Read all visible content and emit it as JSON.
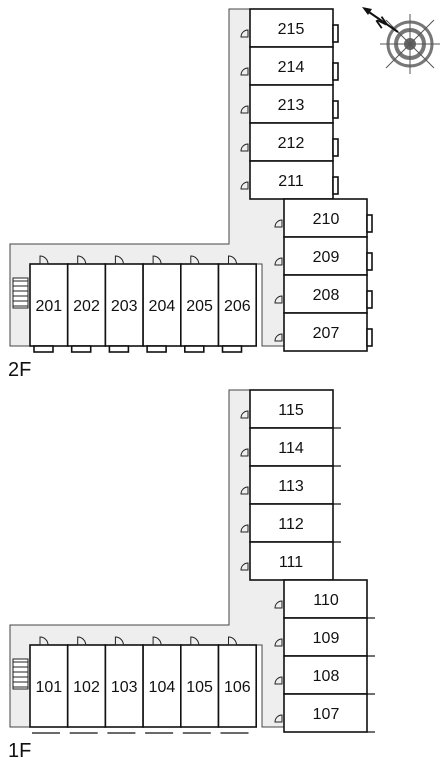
{
  "floors": [
    {
      "label": "2F",
      "north_wing_units": [
        "215",
        "214",
        "213",
        "212",
        "211"
      ],
      "east_units": [
        "210",
        "209",
        "208",
        "207"
      ],
      "west_units": [
        "201",
        "202",
        "203",
        "204",
        "205",
        "206"
      ]
    },
    {
      "label": "1F",
      "north_wing_units": [
        "115",
        "114",
        "113",
        "112",
        "111"
      ],
      "east_units": [
        "110",
        "109",
        "108",
        "107"
      ],
      "west_units": [
        "101",
        "102",
        "103",
        "104",
        "105",
        "106"
      ]
    }
  ],
  "compass": {
    "label": "N",
    "icon": "compass-icon"
  },
  "colors": {
    "corridor": "#eeeeee",
    "walls": "#111111",
    "background": "#ffffff"
  }
}
